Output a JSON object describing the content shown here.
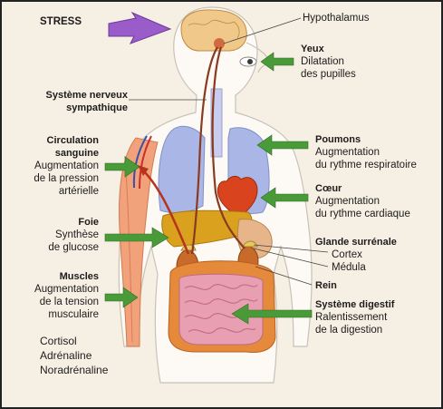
{
  "labels": {
    "stress": "STRESS",
    "hypothalamus": "Hypothalamus",
    "sympathetic": {
      "title_line1": "Système nerveux",
      "title_line2": "sympathique"
    },
    "eyes": {
      "title": "Yeux",
      "line1": "Dilatation",
      "line2": "des pupilles"
    },
    "lungs": {
      "title": "Poumons",
      "line1": "Augmentation",
      "line2": "du rythme respiratoire"
    },
    "heart": {
      "title": "Cœur",
      "line1": "Augmentation",
      "line2": "du rythme cardiaque"
    },
    "circulation": {
      "title_line1": "Circulation",
      "title_line2": "sanguine",
      "line1": "Augmentation",
      "line2": "de la pression",
      "line3": "artérielle"
    },
    "liver": {
      "title": "Foie",
      "line1": "Synthèse",
      "line2": "de glucose"
    },
    "adrenal": {
      "title": "Glande surrénale",
      "line1": "Cortex",
      "line2": "Médula"
    },
    "kidney": {
      "title": "Rein"
    },
    "muscles": {
      "title": "Muscles",
      "line1": "Augmentation",
      "line2": "de la tension",
      "line3": "musculaire"
    },
    "digestive": {
      "title": "Système digestif",
      "line1": "Ralentissement",
      "line2": "de la digestion"
    },
    "hormones": [
      "Cortisol",
      "Adrénaline",
      "Noradrénaline"
    ]
  },
  "colors": {
    "stress_arrow": "#9a5cc9",
    "effect_arrow": "#4a9a3a",
    "nerve_path": "#8a3a20",
    "skin": "#ffffff",
    "lung": "#a9b6e6",
    "heart": "#d9441e",
    "liver": "#d9a11e",
    "intestine": "#e89fb2",
    "colon": "#e5893a",
    "kidney": "#c86a2a",
    "brain": "#f0c88a",
    "muscle": "#f2a27a"
  }
}
